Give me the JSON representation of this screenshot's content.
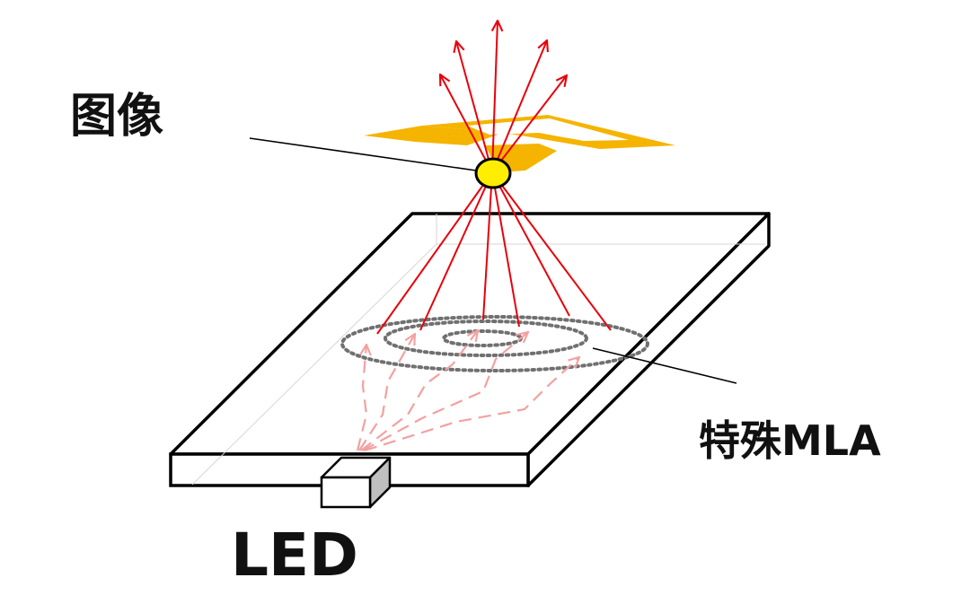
{
  "labels": {
    "image": "图像",
    "mla": "特殊MLA",
    "led": "LED"
  },
  "colors": {
    "ray": "#e8000b",
    "ray_light": "#f4a0a0",
    "image_point": "#ffee00",
    "image_shape": "#f5b400",
    "outline": "#000000",
    "lens_rings": "#707070",
    "led_side": "#bfbfbf",
    "panel_fill": "#ffffff"
  }
}
